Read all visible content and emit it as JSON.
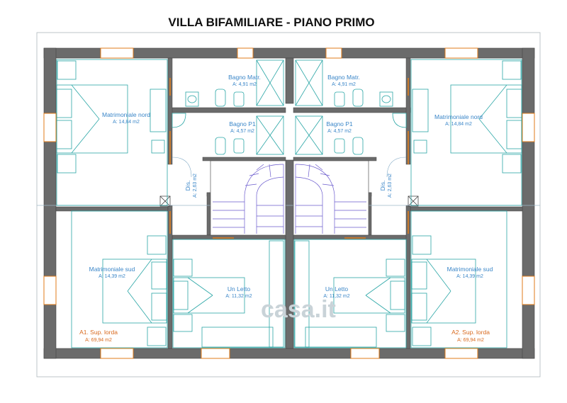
{
  "title": "VILLA BIFAMILIARE - PIANO PRIMO",
  "watermark": "casa.it",
  "colors": {
    "wall": "#6b6b6b",
    "wall_stroke": "#444444",
    "room_line": "#2aa6a6",
    "label": "#3a86c8",
    "sup_label": "#d8691e",
    "door": "#e07b1a",
    "stairs": "#6a5acd"
  },
  "rooms": {
    "bagno_matr_l": {
      "name": "Bagno Matr.",
      "area": "A: 4,91 m2"
    },
    "bagno_matr_r": {
      "name": "Bagno Matr.",
      "area": "A: 4,91 m2"
    },
    "matr_nord_l": {
      "name": "Matrimoniale nord",
      "area": "A: 14,84 m2"
    },
    "matr_nord_r": {
      "name": "Matrimoniale nord",
      "area": "A: 14,84 m2"
    },
    "bagno_p1_l": {
      "name": "Bagno P1",
      "area": "A: 4,57 m2"
    },
    "bagno_p1_r": {
      "name": "Bagno P1",
      "area": "A: 4,57 m2"
    },
    "dis_l": {
      "name": "Dis.",
      "area": "A: 2,63 m2"
    },
    "dis_r": {
      "name": "Dis.",
      "area": "A: 2,63 m2"
    },
    "matr_sud_l": {
      "name": "Matrimoniale sud",
      "area": "A: 14,39 m2"
    },
    "matr_sud_r": {
      "name": "Matrimoniale sud",
      "area": "A: 14,39 m2"
    },
    "un_letto_l": {
      "name": "Un Letto",
      "area": "A: 11,32 m2"
    },
    "un_letto_r": {
      "name": "Un Letto",
      "area": "A: 11,32 m2"
    }
  },
  "sup_lorda": {
    "a1": {
      "name": "A1. Sup. lorda",
      "area": "A: 69,94 m2"
    },
    "a2": {
      "name": "A2. Sup. lorda",
      "area": "A: 69,94 m2"
    }
  }
}
